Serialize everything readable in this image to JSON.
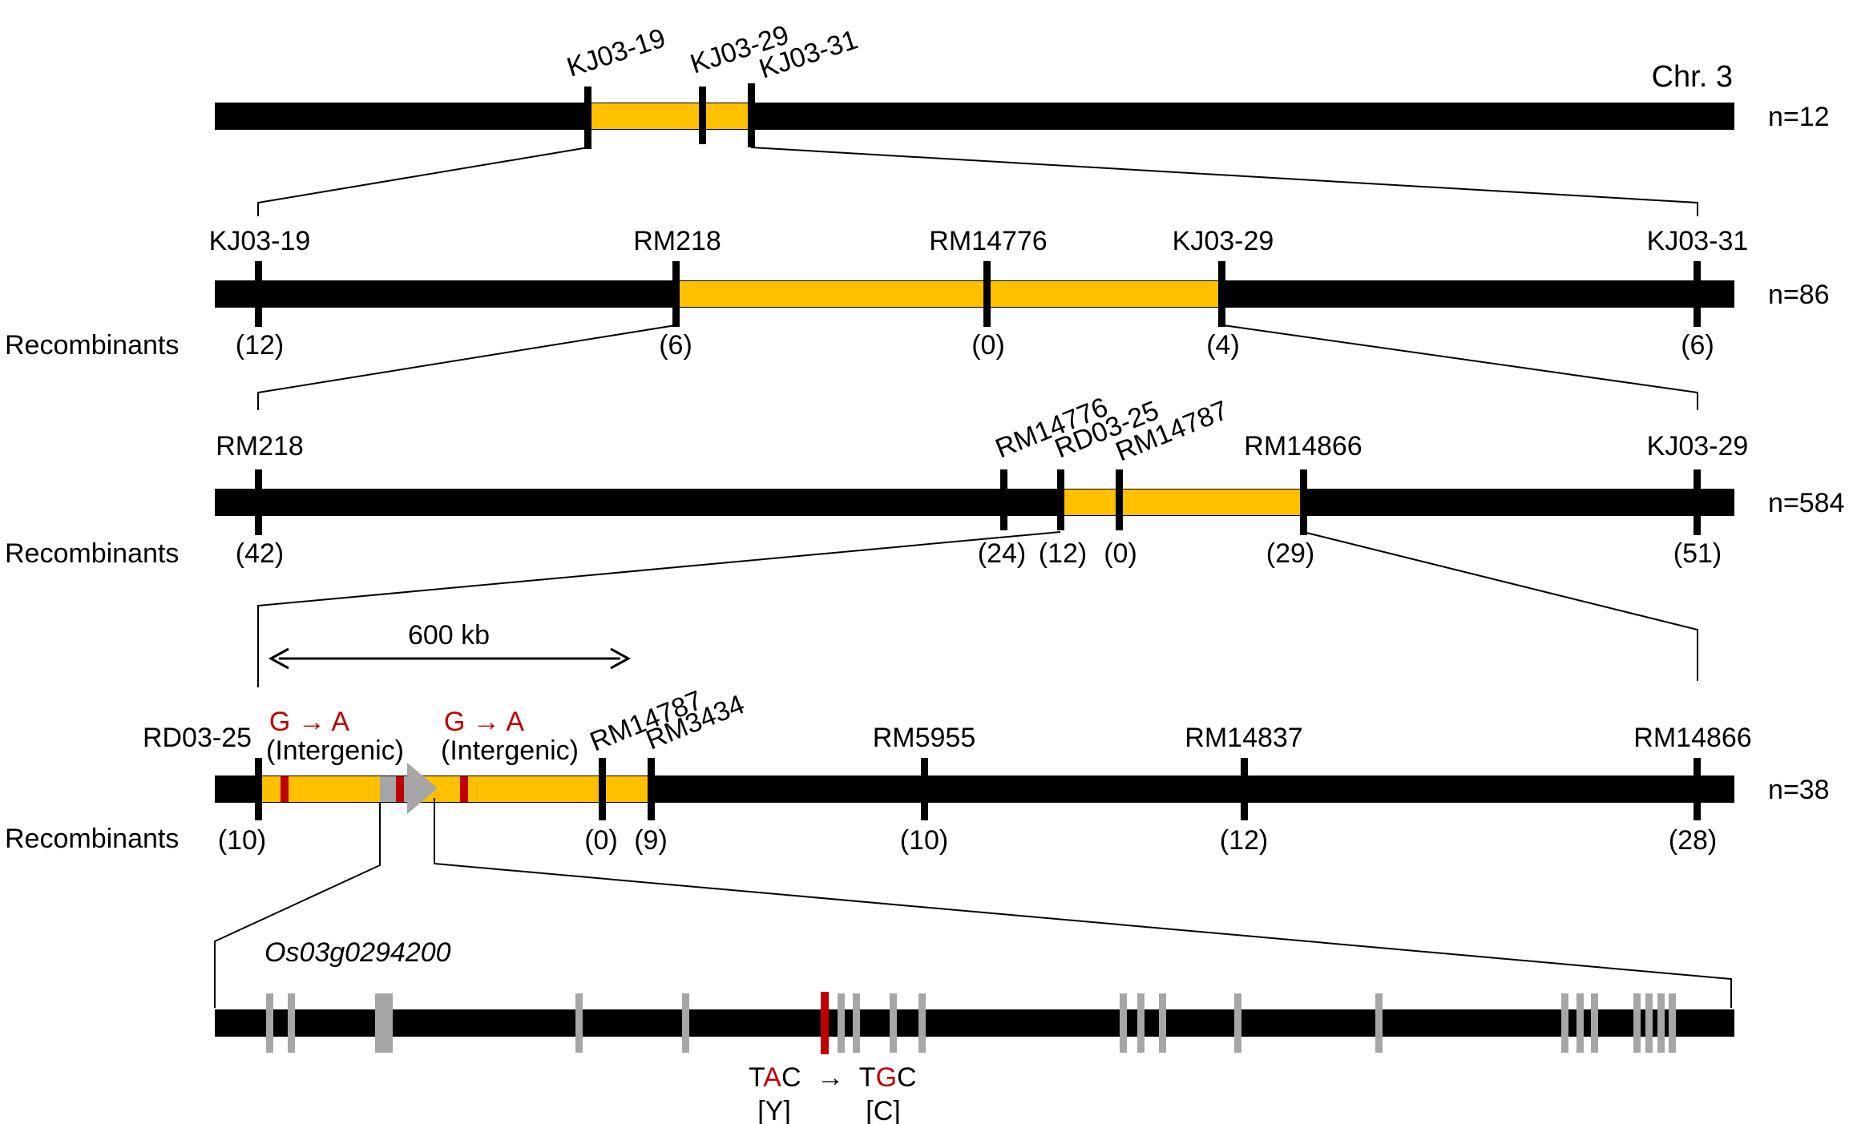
{
  "row1": {
    "chr_label": "Chr. 3",
    "n_label": "n=12",
    "markers": [
      {
        "name": "KJ03-19"
      },
      {
        "name": "KJ03-29"
      },
      {
        "name": "KJ03-31"
      }
    ]
  },
  "row2": {
    "n_label": "n=86",
    "recombinants_label": "Recombinants",
    "markers": [
      {
        "name": "KJ03-19",
        "recomb": "(12)"
      },
      {
        "name": "RM218",
        "recomb": "(6)"
      },
      {
        "name": "RM14776",
        "recomb": "(0)"
      },
      {
        "name": "KJ03-29",
        "recomb": "(4)"
      },
      {
        "name": "KJ03-31",
        "recomb": "(6)"
      }
    ]
  },
  "row3": {
    "n_label": "n=584",
    "recombinants_label": "Recombinants",
    "markers": [
      {
        "name": "RM218",
        "recomb": "(42)"
      },
      {
        "name": "RM14776",
        "recomb": "(24)"
      },
      {
        "name": "RD03-25",
        "recomb": "(12)"
      },
      {
        "name": "RM14787",
        "recomb": "(0)"
      },
      {
        "name": "RM14866",
        "recomb": "(29)"
      },
      {
        "name": "KJ03-29",
        "recomb": "(51)"
      }
    ]
  },
  "row4": {
    "n_label": "n=38",
    "recombinants_label": "Recombinants",
    "scale_label": "600 kb",
    "snp_change_1": "G → A",
    "snp_region_1": "(Intergenic)",
    "snp_change_2": "G → A",
    "snp_region_2": "(Intergenic)",
    "markers": [
      {
        "name": "RD03-25",
        "recomb": "(10)"
      },
      {
        "name": "RM14787",
        "recomb": "(0)"
      },
      {
        "name": "RM3434",
        "recomb": "(9)"
      },
      {
        "name": "RM5955",
        "recomb": "(10)"
      },
      {
        "name": "RM14837",
        "recomb": "(12)"
      },
      {
        "name": "RM14866",
        "recomb": "(28)"
      }
    ]
  },
  "row5": {
    "gene_name": "Os03g0294200",
    "codon_from": "TAC",
    "codon_to": "TGC",
    "aa_from": "[Y]",
    "aa_to": "[C]"
  },
  "colors": {
    "chromosome": "#000000",
    "candidate_region": "#FFC000",
    "mutation": "#C00000",
    "exon": "#A6A6A6"
  }
}
